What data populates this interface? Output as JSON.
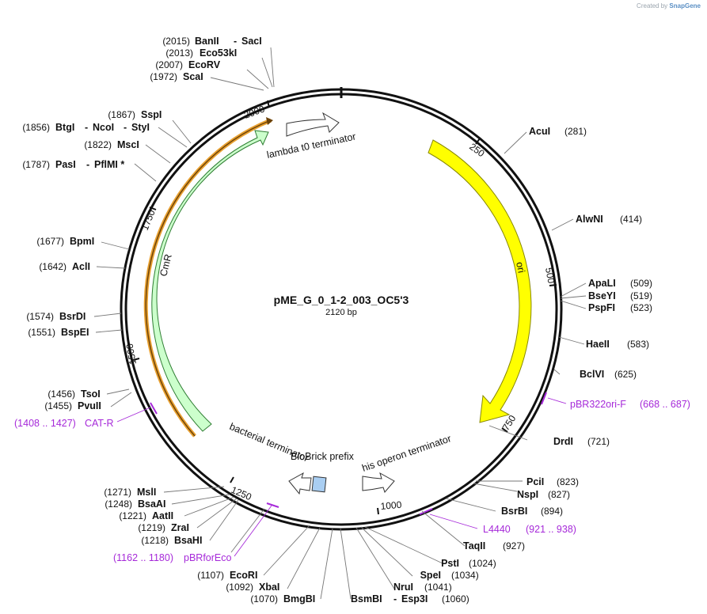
{
  "watermark": {
    "prefix": "Created by",
    "brand": "SnapGene"
  },
  "plasmid": {
    "name": "pME_G_0_1-2_003_OC5'3",
    "length_label": "2120 bp",
    "length": 2120
  },
  "ticks": [
    "250",
    "500",
    "750",
    "1000",
    "1250",
    "1500",
    "1750",
    "2000"
  ],
  "features": [
    {
      "label": "lambda t0 terminator",
      "color": "#ffffff"
    },
    {
      "label": "ori",
      "color": "#ffff00"
    },
    {
      "label": "his operon terminator",
      "color": "#ffffff"
    },
    {
      "label": "BioBrick prefix",
      "color": "#a9cef2"
    },
    {
      "label": "bacterial terminator",
      "color": "#ffffff"
    },
    {
      "label": "CmR",
      "color": "#ccffcc"
    }
  ],
  "sites": [
    {
      "name": "BanII",
      "name2": "SacI",
      "pos": "(2015)"
    },
    {
      "name": "Eco53kI",
      "pos": "(2013)"
    },
    {
      "name": "EcoRV",
      "pos": "(2007)"
    },
    {
      "name": "ScaI",
      "pos": "(1972)"
    },
    {
      "name": "SspI",
      "pos": "(1867)"
    },
    {
      "name": "BtgI",
      "name2": "NcoI",
      "name3": "StyI",
      "pos": "(1856)"
    },
    {
      "name": "MscI",
      "pos": "(1822)"
    },
    {
      "name": "PasI",
      "name2": "PflMI *",
      "pos": "(1787)"
    },
    {
      "name": "BpmI",
      "pos": "(1677)"
    },
    {
      "name": "AclI",
      "pos": "(1642)"
    },
    {
      "name": "BsrDI",
      "pos": "(1574)"
    },
    {
      "name": "BspEI",
      "pos": "(1551)"
    },
    {
      "name": "TsoI",
      "pos": "(1456)"
    },
    {
      "name": "PvuII",
      "pos": "(1455)"
    },
    {
      "name": "MslI",
      "pos": "(1271)"
    },
    {
      "name": "BsaAI",
      "pos": "(1248)"
    },
    {
      "name": "AatII",
      "pos": "(1221)"
    },
    {
      "name": "ZraI",
      "pos": "(1219)"
    },
    {
      "name": "BsaHI",
      "pos": "(1218)"
    },
    {
      "name": "EcoRI",
      "pos": "(1107)"
    },
    {
      "name": "XbaI",
      "pos": "(1092)"
    },
    {
      "name": "BmgBI",
      "pos": "(1070)"
    },
    {
      "name": "BsmBI",
      "name2": "Esp3I",
      "pos": "(1060)"
    },
    {
      "name": "NruI",
      "pos": "(1041)"
    },
    {
      "name": "SpeI",
      "pos": "(1034)"
    },
    {
      "name": "PstI",
      "pos": "(1024)"
    },
    {
      "name": "AcuI",
      "pos": "(281)"
    },
    {
      "name": "AlwNI",
      "pos": "(414)"
    },
    {
      "name": "ApaLI",
      "pos": "(509)"
    },
    {
      "name": "BseYI",
      "pos": "(519)"
    },
    {
      "name": "PspFI",
      "pos": "(523)"
    },
    {
      "name": "HaeII",
      "pos": "(583)"
    },
    {
      "name": "BclVI",
      "pos": "(625)"
    },
    {
      "name": "DrdI",
      "pos": "(721)"
    },
    {
      "name": "PciI",
      "pos": "(823)"
    },
    {
      "name": "NspI",
      "pos": "(827)"
    },
    {
      "name": "BsrBI",
      "pos": "(894)"
    },
    {
      "name": "TaqII",
      "pos": "(927)"
    }
  ],
  "primers": [
    {
      "name": "pBR322ori-F",
      "range": "(668 .. 687)"
    },
    {
      "name": "CAT-R",
      "range": "(1408 .. 1427)"
    },
    {
      "name": "L4440",
      "range": "(921 .. 938)"
    },
    {
      "name": "pBRforEco",
      "range": "(1162 .. 1180)"
    }
  ],
  "colors": {
    "primer": "#a629d9",
    "cat_primer_outline": "#e8a030",
    "cat_primer_line": "#8a5a10"
  }
}
